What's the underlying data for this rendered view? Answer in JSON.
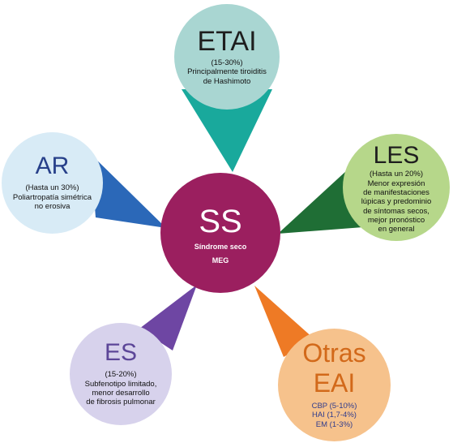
{
  "center": {
    "title": "SS",
    "subtitle_line1": "Síndrome seco",
    "subtitle_line2": "MEG",
    "color": "#9b1f5f"
  },
  "nodes": {
    "etai": {
      "title": "ETAI",
      "lines": [
        "(15-30%)",
        "Principalmente tiroiditis",
        "de Hashimoto"
      ],
      "circle_color": "#a9d6d2",
      "connector_color": "#19a99c"
    },
    "les": {
      "title": "LES",
      "lines": [
        "(Hasta un 20%)",
        "Menor expresión",
        "de manifestaciones",
        "lúpicas y predominio",
        "de síntomas secos,",
        "mejor pronóstico",
        "en general"
      ],
      "circle_color": "#b6d78a",
      "connector_color": "#1f6e35"
    },
    "ar": {
      "title": "AR",
      "lines": [
        "(Hasta un 30%)",
        "Poliartropatía simétrica",
        "no erosiva"
      ],
      "circle_color": "#d8ebf6",
      "connector_color": "#2b68b8"
    },
    "es": {
      "title": "ES",
      "lines": [
        "(15-20%)",
        "Subfenotipo limitado,",
        "menor desarrollo",
        "de fibrosis pulmonar"
      ],
      "circle_color": "#d7d2ec",
      "connector_color": "#6e46a3"
    },
    "otras": {
      "title_line1": "Otras",
      "title_line2": "EAI",
      "lines": [
        "CBP (5-10%)",
        "HAI (1,7-4%)",
        "EM (1-3%)"
      ],
      "circle_color": "#f6c28c",
      "connector_color": "#ee7a25"
    }
  }
}
